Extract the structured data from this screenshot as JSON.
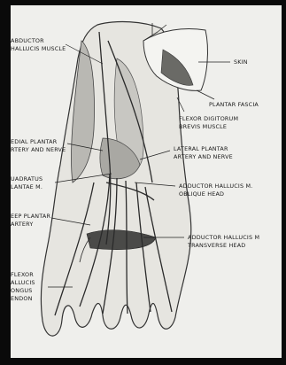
{
  "labels": {
    "abductor_hallucis_muscle": "ABDUCTOR\nHALLUCIS MUSCLE",
    "skin": "SKIN",
    "plantar_fascia": "PLANTAR FASCIA",
    "flexor_digitorum_brevis": "FLEXOR DIGITORUM\nBREVIS MUSCLE",
    "medial_plantar": "EDIAL PLANTAR\nRTERY AND NERVE",
    "lateral_plantar": "LATERAL PLANTAR\nARTERY AND NERVE",
    "quadratus_plantae": "UADRATUS\nLANTAE M.",
    "adductor_oblique": "ADDUCTOR HALLUCIS M.\nOBLIQUE HEAD",
    "deep_plantar_artery": "EEP PLANTAR\nARTERY",
    "adductor_transverse": "ADDUCTOR HALLUCIS M\nTRANSVERSE HEAD",
    "flexor_hallucis_longus": "FLEXOR\nALLUCIS\nONGUS\nENDON"
  }
}
